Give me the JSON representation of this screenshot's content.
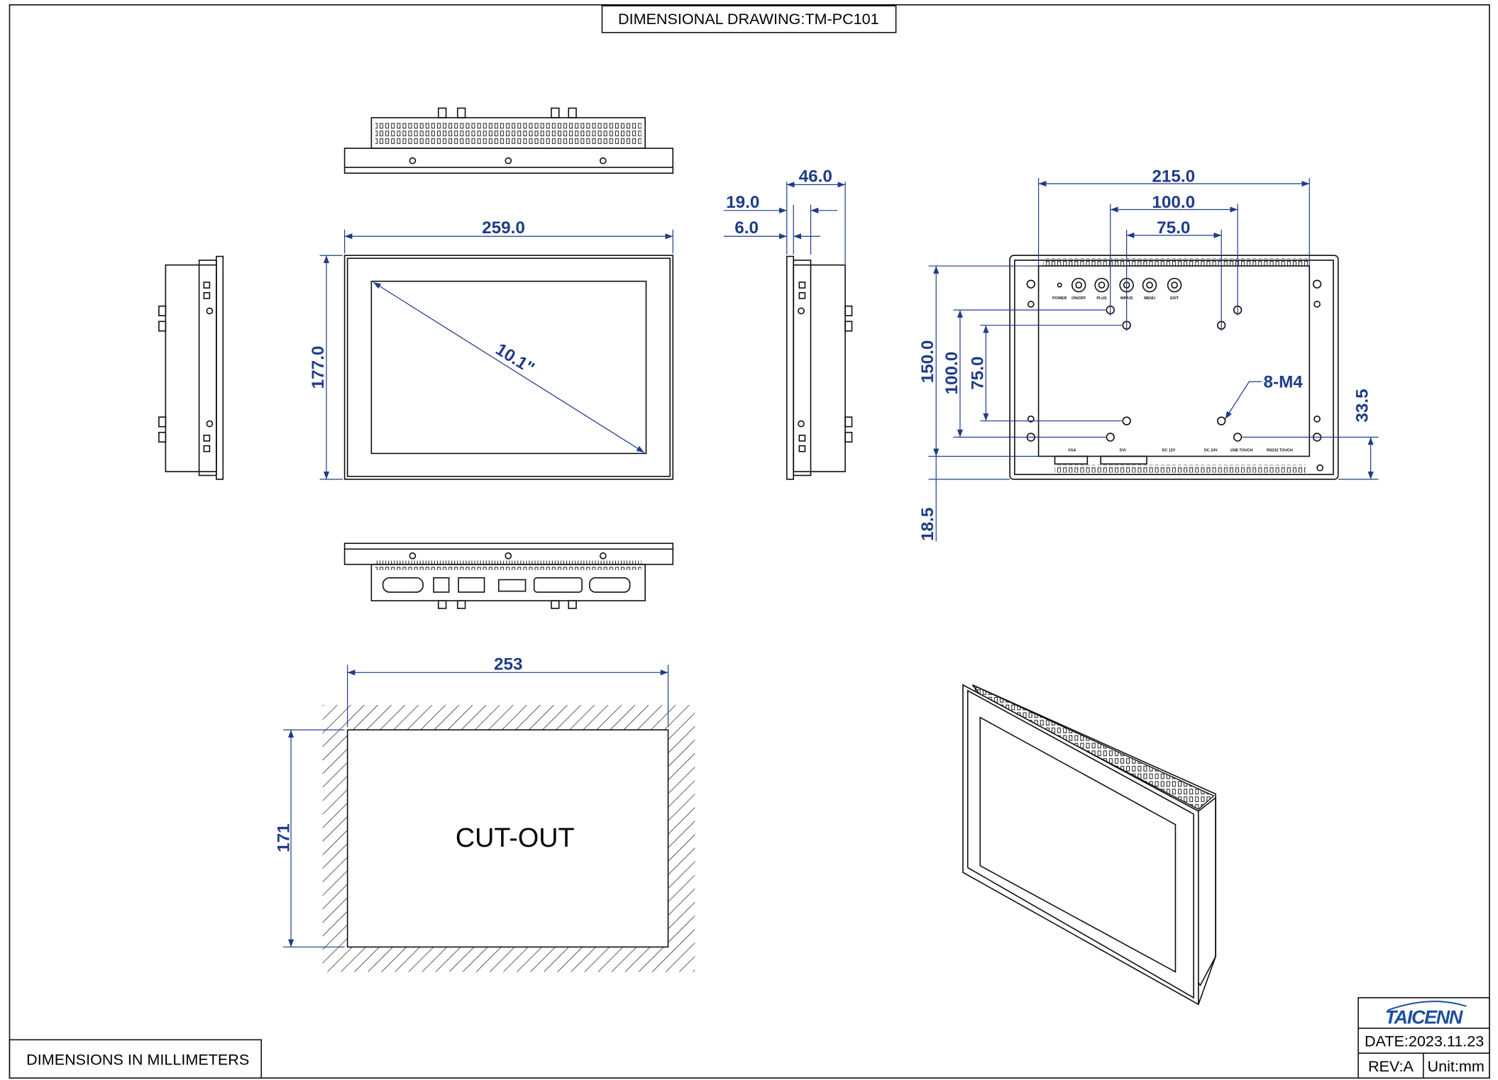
{
  "title": "DIMENSIONAL DRAWING:TM-PC101",
  "front_view": {
    "width": "259.0",
    "height": "177.0",
    "diagonal": "10.1\""
  },
  "side_view": {
    "depth": "46.0",
    "depth_inner": "19.0",
    "bezel": "6.0"
  },
  "rear_view": {
    "mount_width": "215.0",
    "hole_spacing_x1": "100.0",
    "hole_spacing_x2": "75.0",
    "mount_height": "150.0",
    "hole_spacing_y1": "100.0",
    "hole_spacing_y2": "75.0",
    "offset_right": "33.5",
    "offset_bottom": "18.5",
    "screw_callout": "8-M4",
    "button_labels": [
      "POWER",
      "ON/OFF",
      "PLUS",
      "MINUS",
      "MENU",
      "EXIT"
    ],
    "port_labels": [
      "VGA",
      "DVI",
      "DC 12V",
      "DC 24V",
      "USB TOUCH",
      "RS232 TOUCH"
    ]
  },
  "cutout": {
    "label": "CUT-OUT",
    "width": "253",
    "height": "171"
  },
  "footer_note": "DIMENSIONS IN MILLIMETERS",
  "title_block": {
    "logo": "TAICENN",
    "date": "DATE:2023.11.23",
    "rev": "REV:A",
    "unit": "Unit:mm"
  },
  "colors": {
    "dimension": "#1f3c88",
    "logo": "#1f4fa0"
  }
}
